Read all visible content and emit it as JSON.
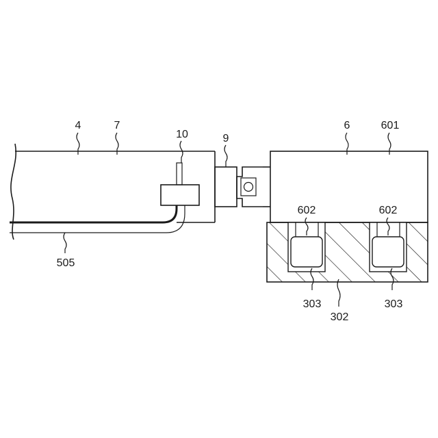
{
  "labels": {
    "l4": "4",
    "l7": "7",
    "l10": "10",
    "l9": "9",
    "l6": "6",
    "l601": "601",
    "l602a": "602",
    "l602b": "602",
    "l505": "505",
    "l303a": "303",
    "l303b": "303",
    "l302": "302"
  }
}
